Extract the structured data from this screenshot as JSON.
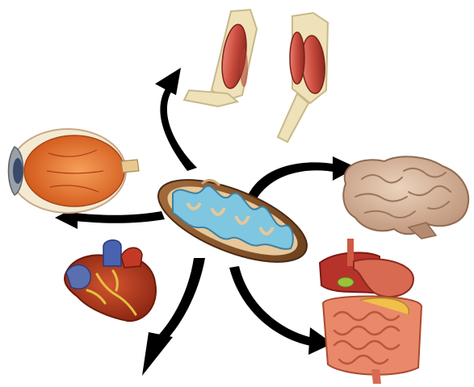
{
  "diagram": {
    "center": {
      "name": "mitochondrion",
      "icon": "mitochondrion-icon"
    },
    "targets": [
      {
        "name": "arm muscles",
        "icon": "muscle-arm-icon"
      },
      {
        "name": "brain",
        "icon": "brain-icon"
      },
      {
        "name": "digestive system",
        "icon": "digestive-system-icon"
      },
      {
        "name": "heart",
        "icon": "heart-icon"
      },
      {
        "name": "eye",
        "icon": "eye-icon"
      }
    ],
    "colors": {
      "arrow": "#000000",
      "membrane": "#8b5a2b",
      "matrix": "#7fc6e0",
      "muscle": "#c84a3c",
      "bone": "#efe2b8",
      "brain": "#d6b59a",
      "heart": "#b23a22",
      "vessel_blue": "#5a6fb0",
      "liver": "#b7322a",
      "intestine": "#e9896a",
      "eye_iris": "#e7752c"
    }
  }
}
